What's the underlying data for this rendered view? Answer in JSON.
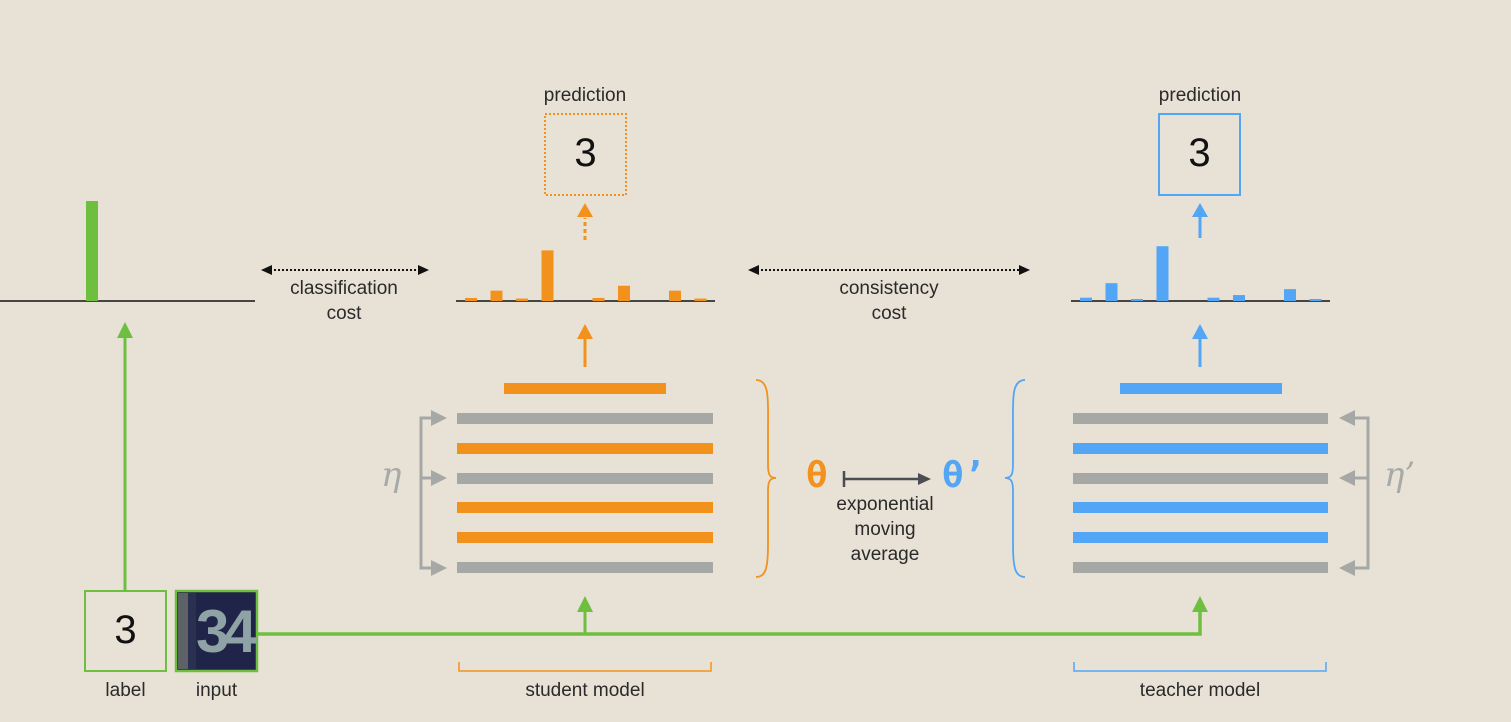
{
  "colors": {
    "background": "#e8e2d6",
    "label_green": "#6ebf40",
    "student_orange": "#f2921c",
    "teacher_blue": "#52a6f5",
    "noise_gray": "#a6a8a6",
    "text": "#2a2a2a"
  },
  "label": {
    "value": "3",
    "caption": "label",
    "distribution": [
      0,
      0,
      0,
      1,
      0,
      0,
      0,
      0,
      0,
      0
    ]
  },
  "input": {
    "caption": "input",
    "image_text": "34"
  },
  "classification_cost": {
    "line1": "classification",
    "line2": "cost"
  },
  "consistency_cost": {
    "line1": "consistency",
    "line2": "cost"
  },
  "student": {
    "prediction_label": "prediction",
    "prediction_value": "3",
    "distribution": [
      0.05,
      0.17,
      0.04,
      0.83,
      0,
      0.05,
      0.25,
      0,
      0.17,
      0.04
    ],
    "caption": "student model",
    "noise_symbol": "η",
    "layers": [
      "output",
      "noise",
      "weights",
      "noise",
      "weights",
      "weights",
      "noise"
    ]
  },
  "teacher": {
    "prediction_label": "prediction",
    "prediction_value": "3",
    "distribution": [
      0.05,
      0.27,
      0.03,
      0.83,
      0,
      0.05,
      0.09,
      0,
      0.18,
      0.03
    ],
    "caption": "teacher model",
    "noise_symbol": "η’",
    "layers": [
      "output",
      "noise",
      "weights",
      "noise",
      "weights",
      "weights",
      "noise"
    ]
  },
  "ema": {
    "theta": "θ",
    "theta_prime": "θ’",
    "line1": "exponential",
    "line2": "moving",
    "line3": "average"
  }
}
